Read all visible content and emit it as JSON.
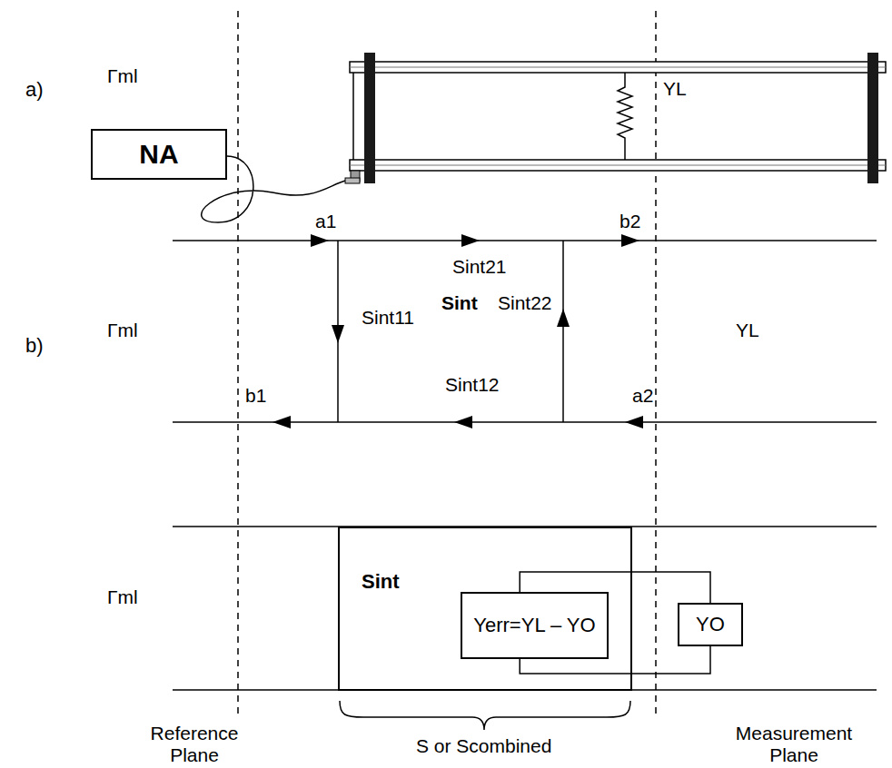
{
  "diagram": {
    "nodes": [
      {
        "text": [
          "NA"
        ]
      },
      {
        "text": [
          "Sint"
        ]
      },
      {
        "text": [
          "Yerr=YL – YO"
        ],
        "in": 1
      },
      {
        "text": [
          "YO"
        ]
      }
    ],
    "edges": [
      {
        "from": 2,
        "to": 3,
        "arrow": "none"
      },
      {
        "from": 2,
        "to": 3,
        "arrow": "none"
      }
    ],
    "labels": [
      "a)",
      "Γml",
      "YL",
      "b)",
      "a1",
      "b2",
      "Sint21",
      "Γml",
      "Sint11",
      "Sint",
      "Sint22",
      "YL",
      "b1",
      "Sint12",
      "a2",
      "Γml",
      "Reference Plane",
      "S or Scombined",
      "Measurement Plane"
    ]
  }
}
